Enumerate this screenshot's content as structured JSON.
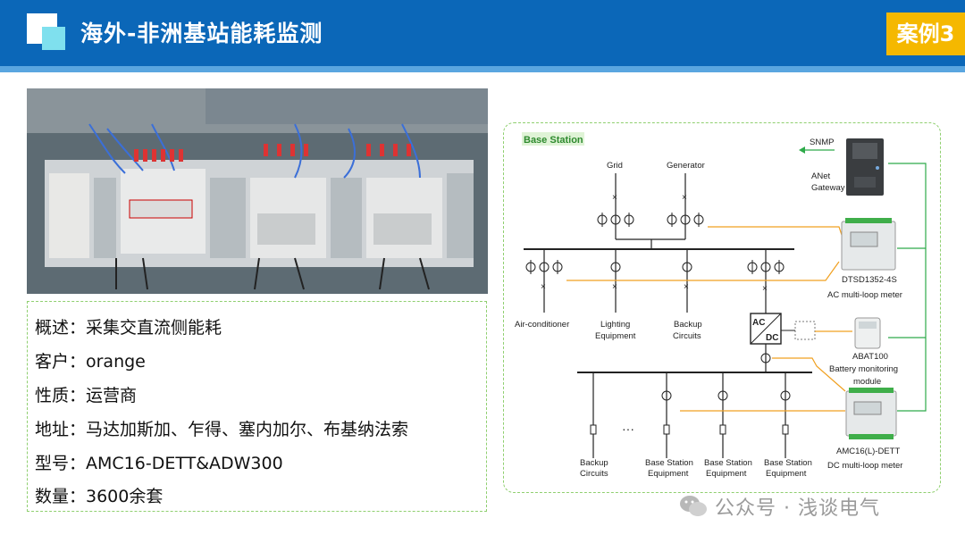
{
  "header": {
    "title": "海外-非洲基站能耗监测",
    "case_label": "案例3"
  },
  "info": {
    "overview": "概述：采集交直流侧能耗",
    "customer": "客户：orange",
    "nature": "性质：运营商",
    "address": "地址：马达加斯加、乍得、塞内加尔、布基纳法索",
    "model": "型号：AMC16-DETT&ADW300",
    "quantity": "数量：3600余套"
  },
  "diagram": {
    "title": "Base Station",
    "grid": "Grid",
    "generator": "Generator",
    "snmp": "SNMP",
    "anet_1": "ANet",
    "anet_2": "Gateway",
    "dtsd_1": "DTSD1352-4S",
    "dtsd_2": "AC multi-loop meter",
    "air": "Air-conditioner",
    "lighting_1": "Lighting",
    "lighting_2": "Equipment",
    "backup_1": "Backup",
    "backup_2": "Circuits",
    "ac": "AC",
    "dc": "DC",
    "abat_1": "ABAT100",
    "abat_2": "Battery monitoring",
    "abat_3": "module",
    "amc_1": "AMC16(L)-DETT",
    "amc_2": "DC multi-loop meter",
    "dc_backup_1": "Backup",
    "dc_backup_2": "Circuits",
    "ellipsis": "···",
    "bse_a_1": "Base Station",
    "bse_a_2": "Equipment",
    "bse_b_1": "Base Station",
    "bse_b_2": "Equipment",
    "bse_c_1": "Base Station",
    "bse_c_2": "Equipment"
  },
  "watermark": {
    "text": "公众号 · 浅谈电气"
  },
  "colors": {
    "header": "#0b67b8",
    "badge": "#f5b800",
    "signal_line": "#f0a020",
    "comm_line": "#2eaa4a",
    "border": "#8fcf6f"
  }
}
